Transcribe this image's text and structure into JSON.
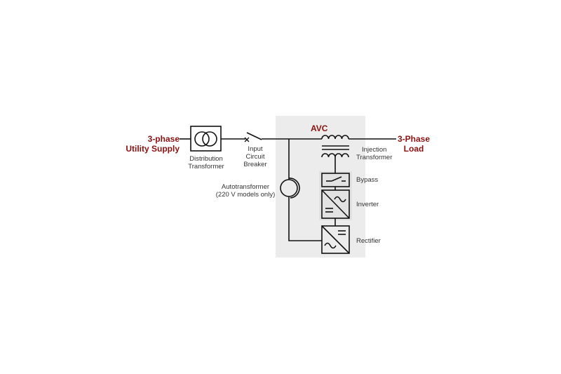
{
  "colors": {
    "accent": "#8b1010",
    "panel": "#ececec",
    "line": "#111111"
  },
  "source": {
    "line1": "3-phase",
    "line2": "Utility Supply"
  },
  "load": {
    "line1": "3-Phase",
    "line2": "Load"
  },
  "avc_title": "AVC",
  "components": {
    "distribution_transformer": {
      "line1": "Distribution",
      "line2": "Transformer"
    },
    "input_breaker": {
      "line1": "Input",
      "line2": "Circuit",
      "line3": "Breaker"
    },
    "autotransformer": {
      "line1": "Autotransformer",
      "line2": "(220 V models only)"
    },
    "injection_transformer": {
      "line1": "Injection",
      "line2": "Transformer"
    },
    "bypass": "Bypass",
    "inverter": "Inverter",
    "rectifier": "Rectifier"
  }
}
